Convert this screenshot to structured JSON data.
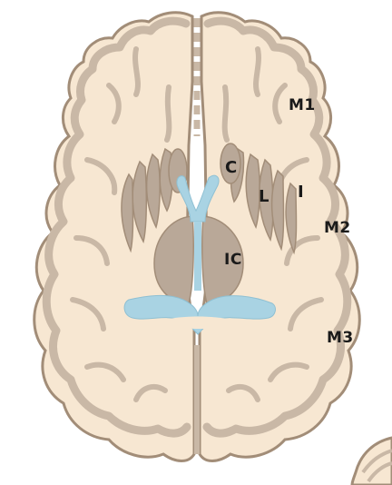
{
  "diagram": {
    "colors": {
      "cortex_gray": "#c9b8a6",
      "cortex_outline": "#a28d78",
      "white_matter": "#f7e7d2",
      "nuclei": "#b9a898",
      "ventricles": "#a9d3e3",
      "label_text": "#1a1a1a"
    },
    "labels": {
      "m1": "M1",
      "c": "C",
      "l": "L",
      "i": "I",
      "m2": "M2",
      "ic": "IC",
      "m3": "M3"
    }
  }
}
